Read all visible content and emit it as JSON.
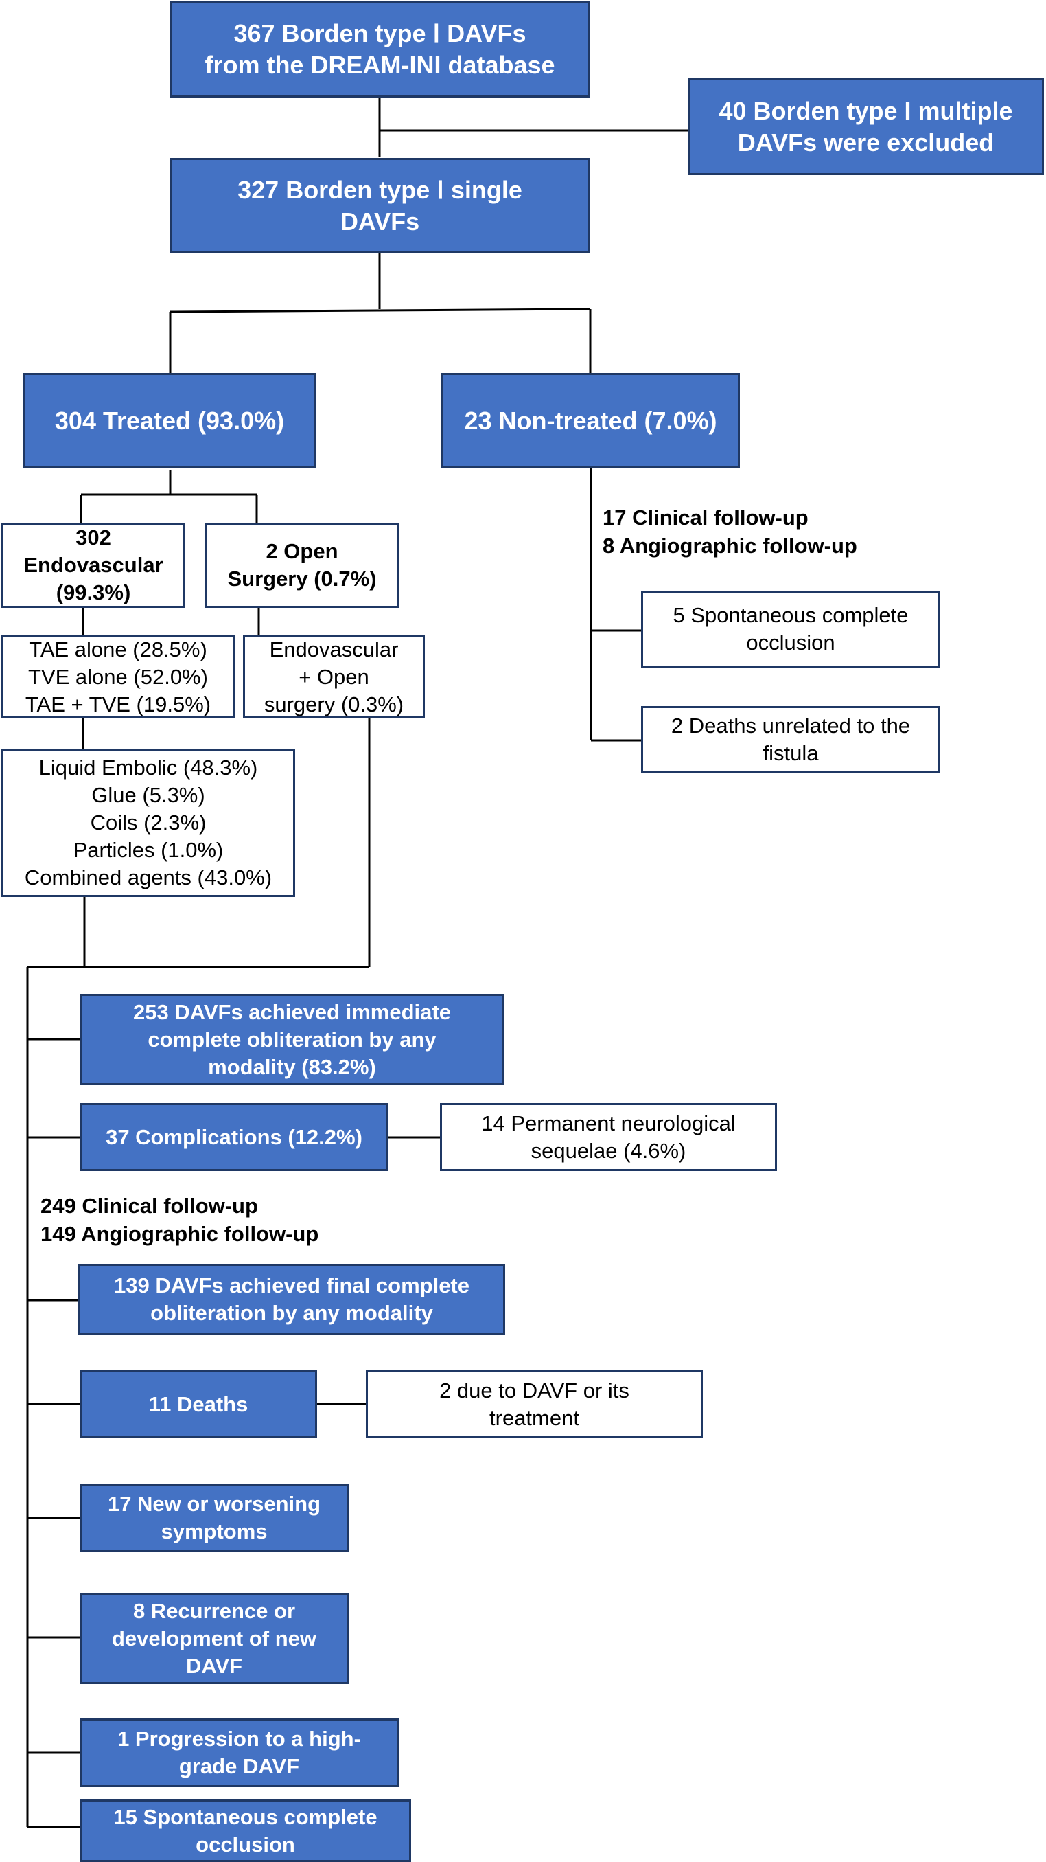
{
  "nodes": {
    "source": "367 Borden type Ⅰ DAVFs\nfrom the DREAM-INI database",
    "excluded": "40 Borden type I multiple\nDAVFs were excluded",
    "single": "327 Borden type Ⅰ single\nDAVFs",
    "treated": "304 Treated (93.0%)",
    "non_treated": "23 Non-treated (7.0%)",
    "endovascular": "302\nEndovascular\n(99.3%)",
    "open_surgery": "2 Open\nSurgery (0.7%)",
    "approach": "TAE alone (28.5%)\nTVE alone (52.0%)\nTAE + TVE (19.5%)",
    "combined_surgery": "Endovascular\n+ Open\nsurgery (0.3%)",
    "agents": "Liquid Embolic (48.3%)\nGlue (5.3%)\nCoils (2.3%)\nParticles (1.0%)\nCombined agents (43.0%)",
    "nt_followup": "17 Clinical follow-up\n8 Angiographic follow-up",
    "nt_occlusion": "5 Spontaneous complete\nocclusion",
    "nt_deaths": "2 Deaths unrelated to the\nfistula",
    "immediate": "253 DAVFs achieved immediate\ncomplete obliteration by any\nmodality (83.2%)",
    "complications": "37 Complications (12.2%)",
    "sequelae": "14 Permanent neurological\nsequelae (4.6%)",
    "t_followup": "249 Clinical follow-up\n149 Angiographic follow-up",
    "final": "139 DAVFs achieved final complete\nobliteration by any modality",
    "deaths": "11 Deaths",
    "deaths_cause": "2 due to DAVF or its\ntreatment",
    "symptoms": "17 New or worsening\nsymptoms",
    "recurrence": "8 Recurrence or\ndevelopment of new\nDAVF",
    "progression": "1 Progression to a high-\ngrade DAVF",
    "spontaneous": "15 Spontaneous complete\nocclusion"
  },
  "colors": {
    "box_fill": "#4472c4",
    "box_border": "#1f3864",
    "connector": "#000000"
  }
}
